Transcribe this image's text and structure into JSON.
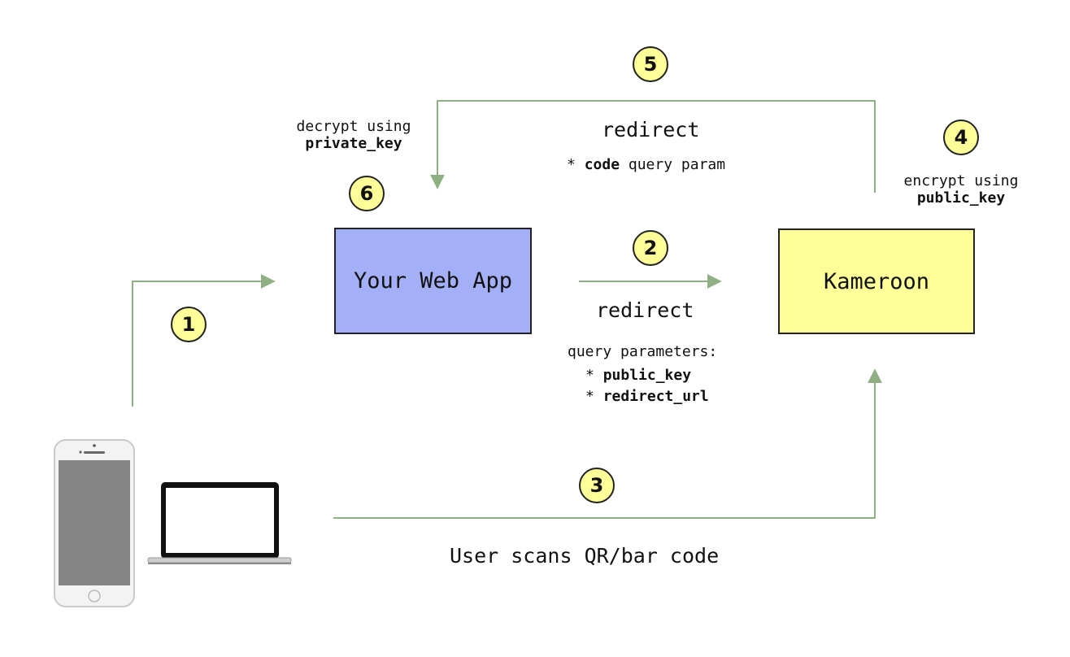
{
  "boxes": {
    "webapp": {
      "label": "Your Web App",
      "color": "#a3b0f7"
    },
    "kameroon": {
      "label": "Kameroon",
      "color": "#ffff99"
    }
  },
  "steps": [
    "1",
    "2",
    "3",
    "4",
    "5",
    "6"
  ],
  "step2": {
    "title": "redirect",
    "intro": "query parameters:",
    "bullet": "*",
    "params": [
      "public_key",
      "redirect_url"
    ]
  },
  "step3": {
    "caption": "User scans QR/bar code"
  },
  "step4": {
    "line1": "encrypt using",
    "key": "public_key"
  },
  "step5": {
    "title": "redirect",
    "bullet": "*",
    "param": "code",
    "suffix": " query param"
  },
  "step6": {
    "line1": "decrypt using",
    "key": "private_key"
  },
  "devices": [
    "phone-icon",
    "laptop-icon"
  ],
  "colors": {
    "arrow": "#8fb083",
    "badge": "#ffff99",
    "outline": "#222222"
  }
}
